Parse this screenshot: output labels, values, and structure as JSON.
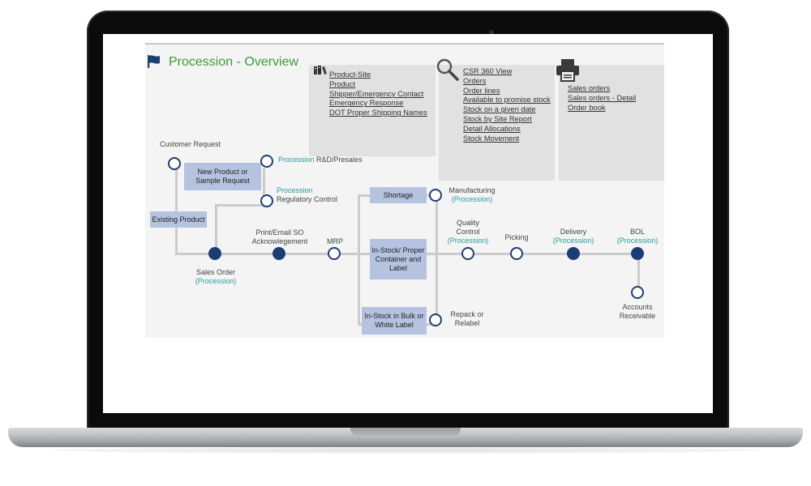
{
  "page": {
    "title": "Procession - Overview"
  },
  "menus": {
    "setup": {
      "icon": "books-icon",
      "links": [
        "Product-Site",
        "Product",
        "Shipper/Emergency Contact",
        "Emergency Response",
        "DOT Proper Shipping Names"
      ]
    },
    "inquiry": {
      "icon": "magnifier-icon",
      "links": [
        "CSR 360 View",
        "Orders",
        "Order lines",
        "Available to promise stock",
        "Stock on a given date",
        "Stock by Site Report",
        "Detail Allocations",
        "Stock Movement"
      ]
    },
    "reports": {
      "icon": "printer-icon",
      "links": [
        "Sales orders",
        "Sales orders - Detail",
        "Order book"
      ]
    }
  },
  "flow": {
    "customer_request": "Customer Request",
    "new_product_request": "New Product or Sample Request",
    "existing_product": "Existing Product",
    "rd_presales": {
      "procession": "Procession",
      "label": "R&D/Presales"
    },
    "regulatory": {
      "procession": "Procession",
      "label": "Regulatory Control"
    },
    "sales_order": {
      "label": "Sales Order",
      "procession": "(Procession)"
    },
    "print_email": "Print/Email SO Acknowlegement",
    "mrp": "MRP",
    "shortage": "Shortage",
    "manufacturing": {
      "label": "Manufacturing",
      "procession": "(Procession)"
    },
    "in_stock_proper": "In-Stock/ Proper Container and Label",
    "in_stock_bulk": "In-Stock in Bulk or White Label",
    "repack": "Repack or Relabel",
    "quality_control": {
      "label": "Quality Control",
      "procession": "(Procession)"
    },
    "picking": "Picking",
    "delivery": {
      "label": "Delivery",
      "procession": "(Procession)"
    },
    "bol": {
      "label": "BOL",
      "procession": "(Procession)"
    },
    "accounts_receivable": "Accounts Receivable"
  },
  "colors": {
    "title_green": "#3d9a3a",
    "procession_teal": "#2a9b9b",
    "node_navy": "#1c3d74",
    "box_blue": "#b5c3e0"
  }
}
